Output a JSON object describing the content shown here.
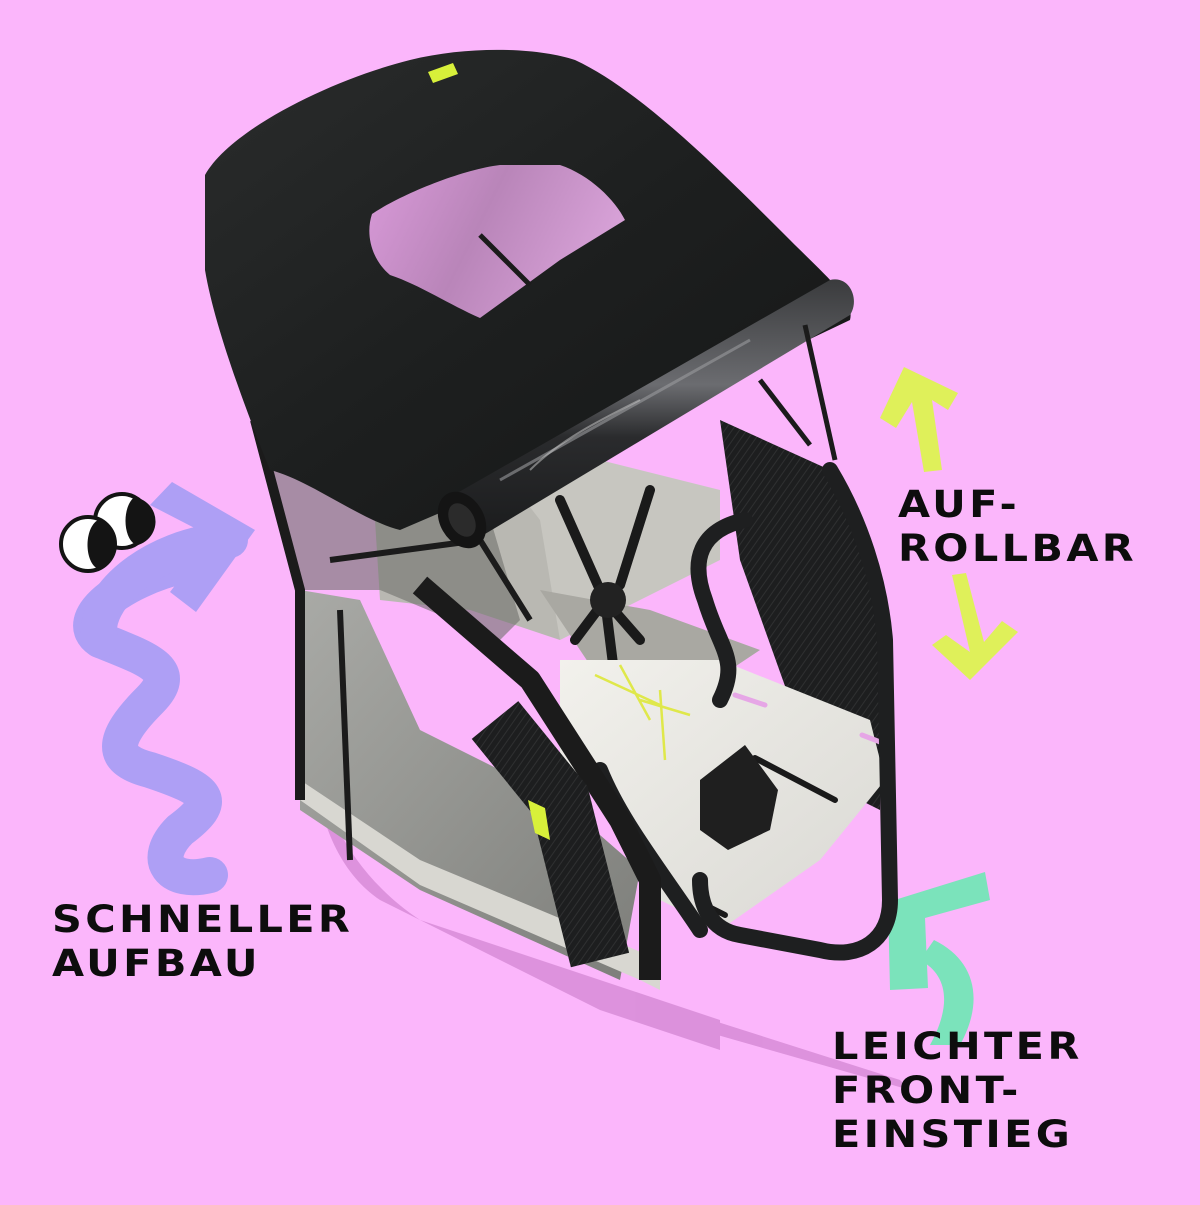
{
  "image": {
    "background_color": "#fbb6fb",
    "subject": "Cargo bike child cabin with rain cover",
    "brand_tag_color": "#d8f03a"
  },
  "callouts": [
    {
      "id": "aufrollbar",
      "lines": [
        "AUF-",
        "ROLLBAR"
      ],
      "arrow_color": "#dff05a",
      "arrow_icon": "double-arrow-up-down"
    },
    {
      "id": "schneller",
      "lines": [
        "SCHNELLER",
        "AUFBAU"
      ],
      "arrow_color": "#ae9ff5",
      "arrow_icon": "squiggle-arrow-right"
    },
    {
      "id": "leichter",
      "lines": [
        "LEICHTER",
        "FRONT-",
        "EINSTIEG"
      ],
      "arrow_color": "#7be3bb",
      "arrow_icon": "curved-arrow-up-left"
    }
  ],
  "decorations": {
    "eyes_icon": "googly-eyes",
    "eye_white": "#ffffff",
    "eye_pupil": "#141414"
  }
}
